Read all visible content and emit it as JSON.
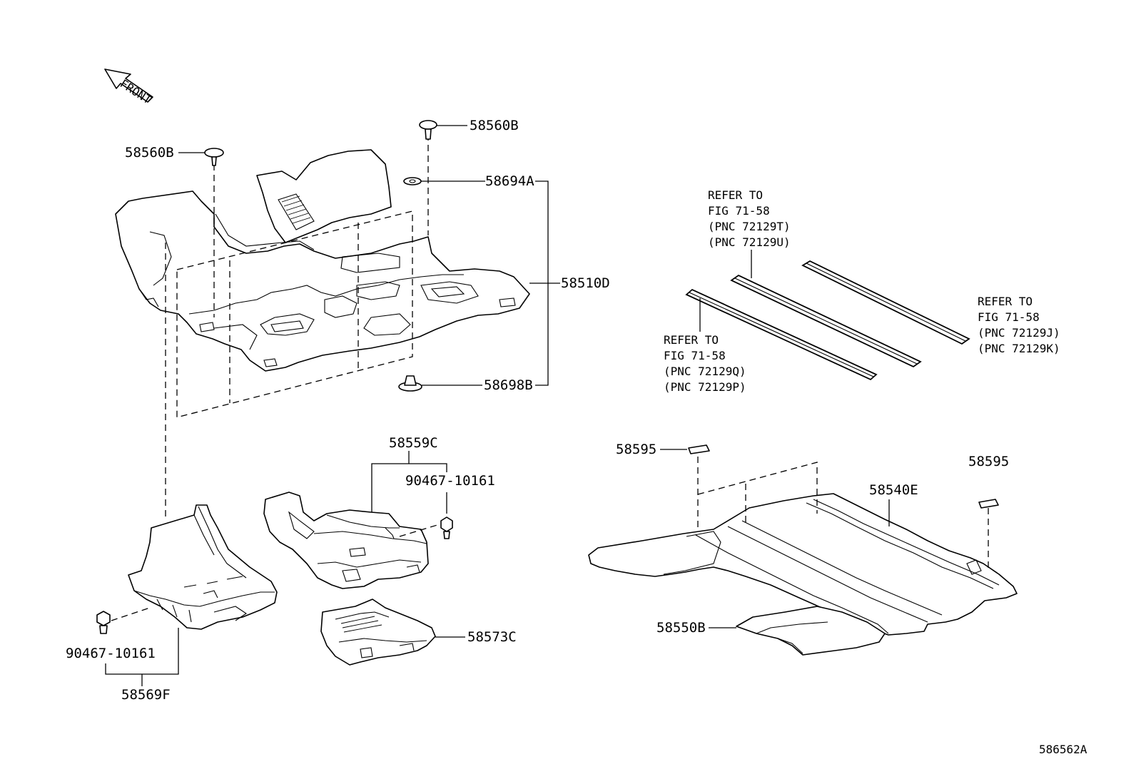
{
  "diagram": {
    "front_label": "FRONT",
    "figure_code": "586562A",
    "parts": {
      "p58560B_left": "58560B",
      "p58560B_right": "58560B",
      "p58694A": "58694A",
      "p58510D": "58510D",
      "p58698B": "58698B",
      "p58559C": "58559C",
      "p90467_right": "90467-10161",
      "p90467_left": "90467-10161",
      "p58569F": "58569F",
      "p58573C": "58573C",
      "p58595_left": "58595",
      "p58595_right": "58595",
      "p58540E": "58540E",
      "p58550B": "58550B"
    },
    "refs": {
      "top": [
        "REFER TO",
        "FIG 71-58",
        "(PNC 72129T)",
        "(PNC 72129U)"
      ],
      "left": [
        "REFER TO",
        "FIG 71-58",
        "(PNC 72129Q)",
        "(PNC 72129P)"
      ],
      "right": [
        "REFER TO",
        "FIG 71-58",
        "(PNC 72129J)",
        "(PNC 72129K)"
      ]
    }
  }
}
